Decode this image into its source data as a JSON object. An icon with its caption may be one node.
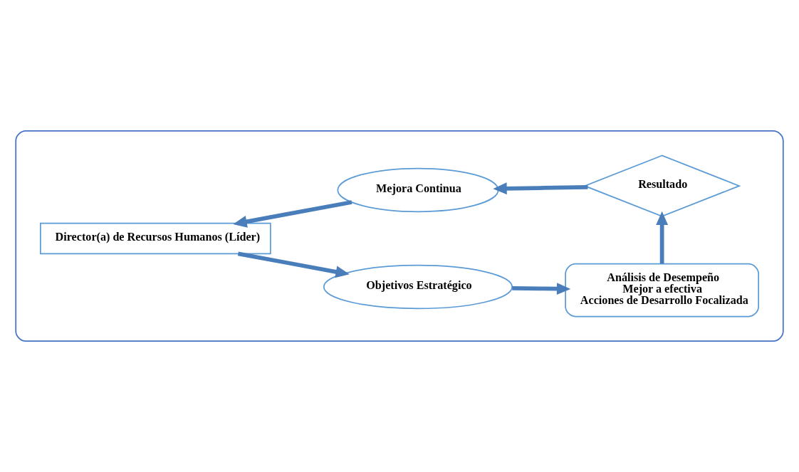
{
  "diagram": {
    "nodes": [
      {
        "text": [],
        "shape": "box"
      },
      {
        "text": [
          "Director(a) de Recursos Humanos (Líder)"
        ],
        "in": 0
      },
      {
        "text": [
          "Objetivos Estratégico"
        ],
        "in": 0
      },
      {
        "text": [
          "Análisis de Desempeño",
          "Mejor a efectiva",
          "Acciones de Desarrollo Focalizada"
        ],
        "in": 0
      },
      {
        "text": [
          "Resultado"
        ],
        "in": 0
      },
      {
        "text": [
          "Mejora Continua"
        ],
        "in": 0
      }
    ],
    "edges": [
      {
        "from": 1,
        "to": 2,
        "arrow": "to"
      },
      {
        "from": 2,
        "to": 3,
        "arrow": "to"
      },
      {
        "from": 3,
        "to": 4,
        "arrow": "to"
      },
      {
        "from": 4,
        "to": 5,
        "arrow": "to"
      },
      {
        "from": 5,
        "to": 1,
        "arrow": "to"
      }
    ]
  }
}
